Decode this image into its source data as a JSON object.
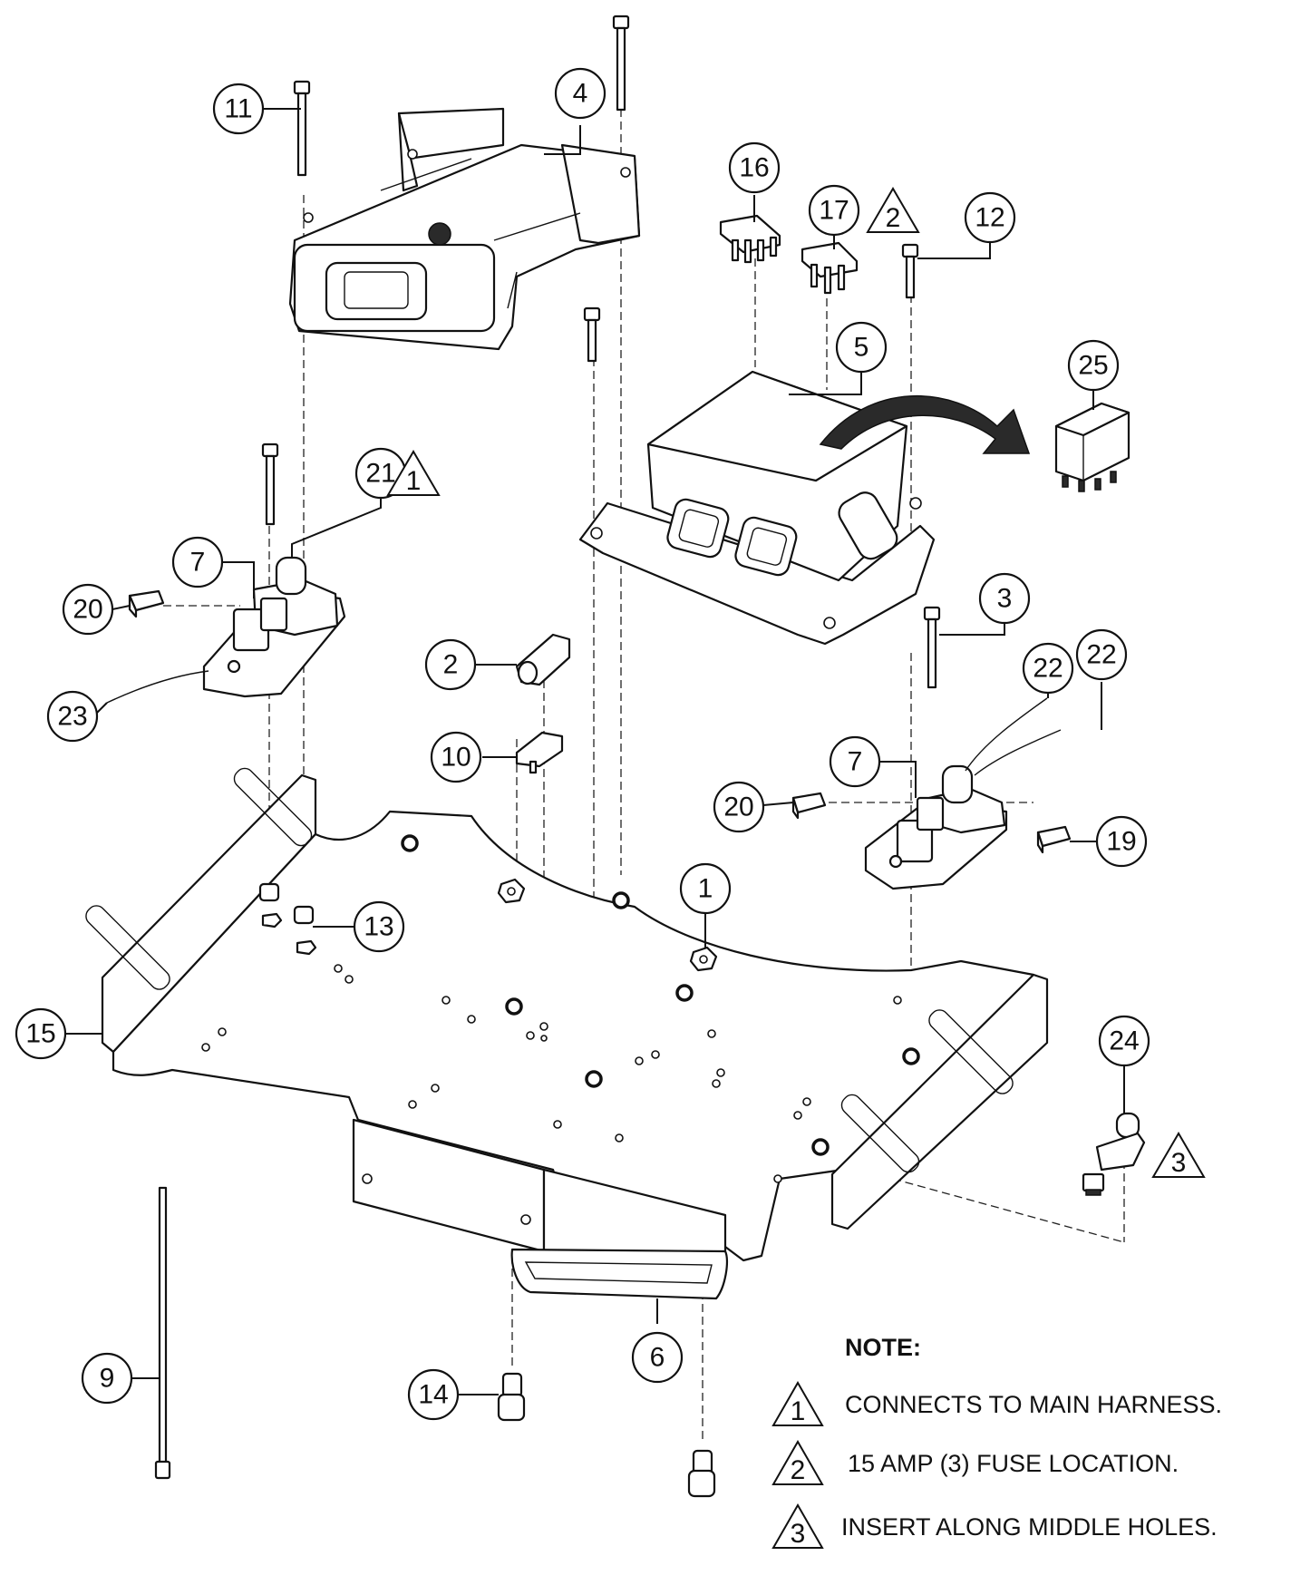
{
  "callouts": {
    "c1": "1",
    "c2": "2",
    "c3": "3",
    "c4": "4",
    "c5": "5",
    "c6": "6",
    "c7a": "7",
    "c7b": "7",
    "c9": "9",
    "c10": "10",
    "c11": "11",
    "c12": "12",
    "c13": "13",
    "c14": "14",
    "c15": "15",
    "c16": "16",
    "c17": "17",
    "c19": "19",
    "c20a": "20",
    "c20b": "20",
    "c21": "21",
    "c22a": "22",
    "c22b": "22",
    "c23": "23",
    "c24": "24",
    "c25": "25"
  },
  "markers": {
    "t1": "1",
    "t2": "2",
    "t3": "3"
  },
  "notes": {
    "title": "NOTE:",
    "items": [
      {
        "marker": "1",
        "text": "CONNECTS TO MAIN HARNESS."
      },
      {
        "marker": "2",
        "text": "15 AMP (3) FUSE LOCATION."
      },
      {
        "marker": "3",
        "text": "INSERT ALONG MIDDLE HOLES."
      }
    ]
  }
}
